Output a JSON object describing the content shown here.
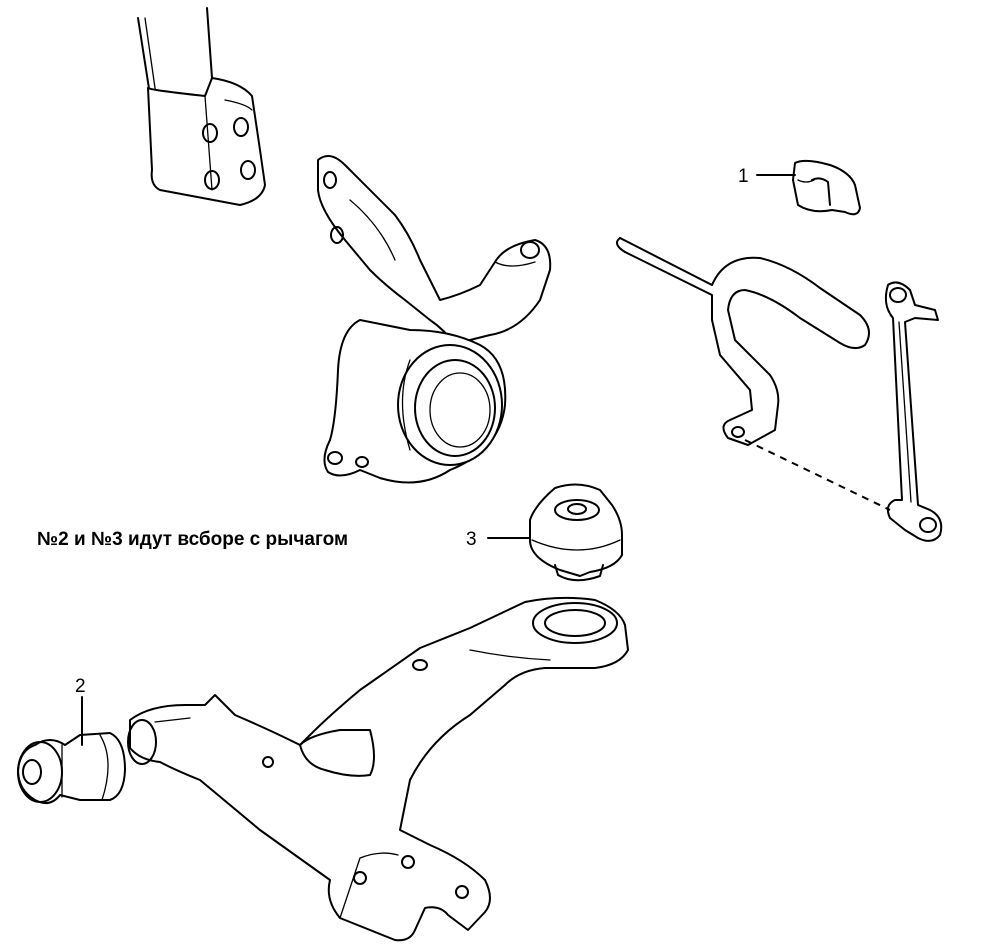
{
  "note": "№2 и №3 идут всборе с рычагом",
  "callouts": {
    "c1": "1",
    "c2": "2",
    "c3": "3"
  }
}
